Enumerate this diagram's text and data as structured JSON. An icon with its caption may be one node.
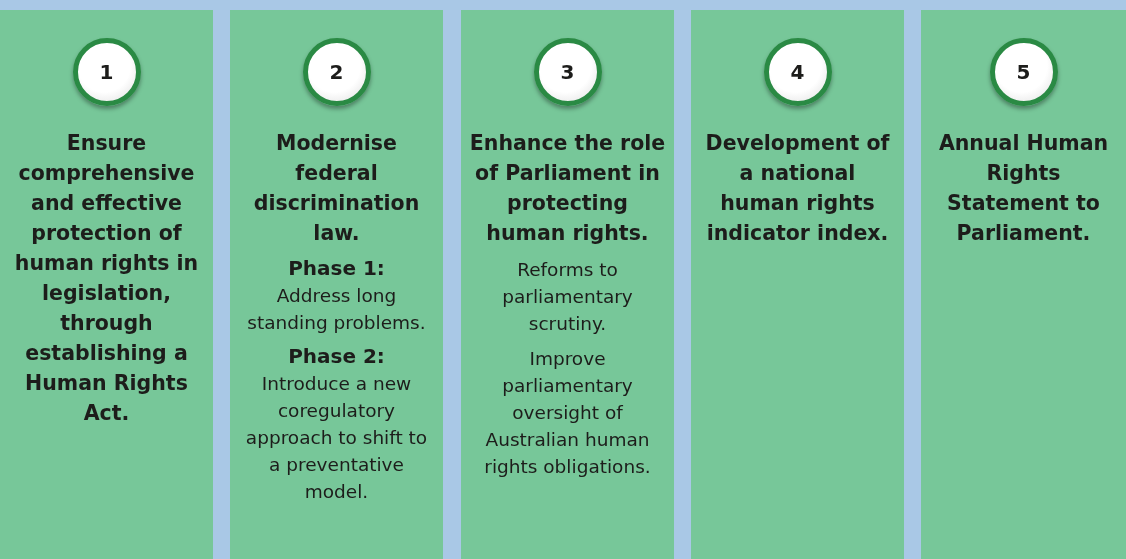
{
  "diagram": {
    "nodes": [
      {
        "text": [
          "Ensure comprehensive and effective protection of human rights in legislation, through establishing a Human Rights Act."
        ]
      },
      {
        "text": [
          "1"
        ],
        "in": 0
      },
      {
        "text": [
          "Modernise federal discrimination law.",
          "Phase 1:",
          "Address long standing problems.",
          "Phase 2:",
          "Introduce a new coregulatory approach to shift to a preventative model."
        ]
      },
      {
        "text": [
          "2"
        ],
        "in": 2
      },
      {
        "text": [
          "Enhance the role of Parliament in protecting human rights.",
          "Reforms to parliamentary scrutiny.",
          "Improve parliamentary oversight of Australian human rights obligations."
        ]
      },
      {
        "text": [
          "3"
        ],
        "in": 4
      },
      {
        "text": [
          "Development of a national human rights indicator index."
        ]
      },
      {
        "text": [
          "4"
        ],
        "in": 6
      },
      {
        "text": [
          "Annual Human Rights Statement to Parliament."
        ]
      },
      {
        "text": [
          "5"
        ],
        "in": 8
      }
    ]
  }
}
